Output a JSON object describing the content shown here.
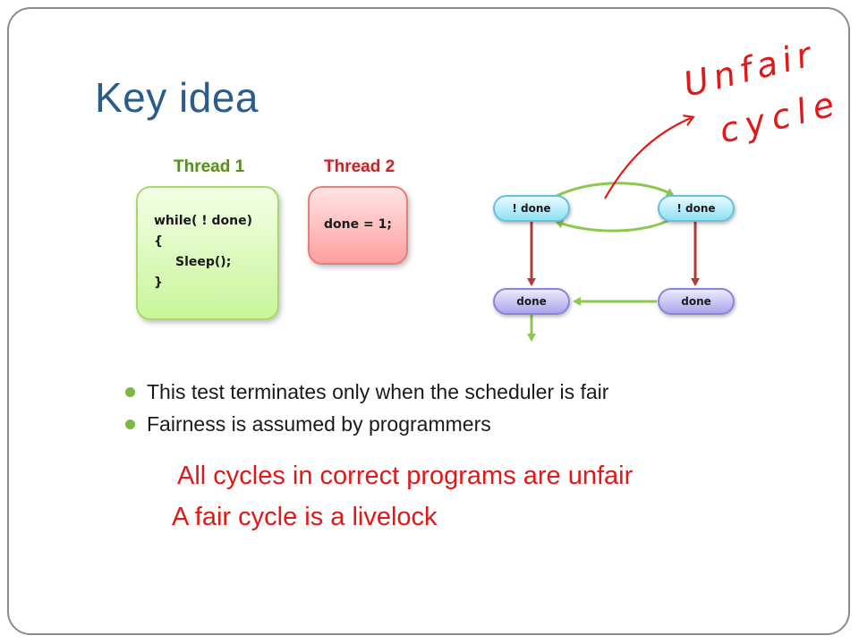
{
  "slide": {
    "title": "Key idea"
  },
  "threads": {
    "thread1": {
      "label": "Thread 1",
      "code": [
        "while( ! done)",
        "{",
        "Sleep();",
        "}"
      ]
    },
    "thread2": {
      "label": "Thread 2",
      "code": "done = 1;"
    }
  },
  "graph": {
    "nodes": {
      "top_left": "! done",
      "top_right": "! done",
      "bottom_left": "done",
      "bottom_right": "done"
    },
    "colors": {
      "cycle_edge": "#8cc84b",
      "thread_edge": "#b23a3a",
      "annotation": "#e01818"
    }
  },
  "annotation": {
    "handwritten": [
      "Unfair",
      "cycle"
    ]
  },
  "bullets": [
    "This test terminates only when the scheduler is fair",
    "Fairness is assumed by programmers"
  ],
  "highlights": [
    "All cycles in correct programs are unfair",
    "A fair cycle is a livelock"
  ]
}
